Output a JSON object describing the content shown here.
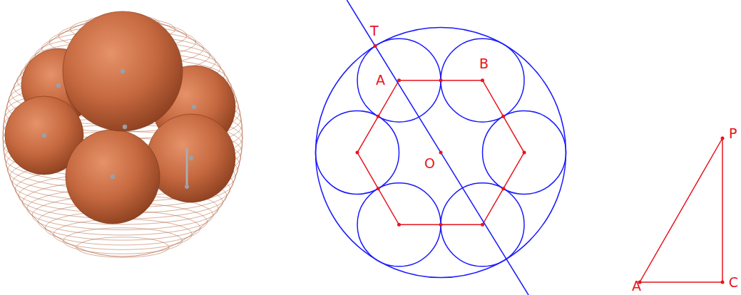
{
  "diagram": {
    "labels": [
      "T",
      "A",
      "B",
      "O",
      "P",
      "A",
      "C"
    ]
  }
}
